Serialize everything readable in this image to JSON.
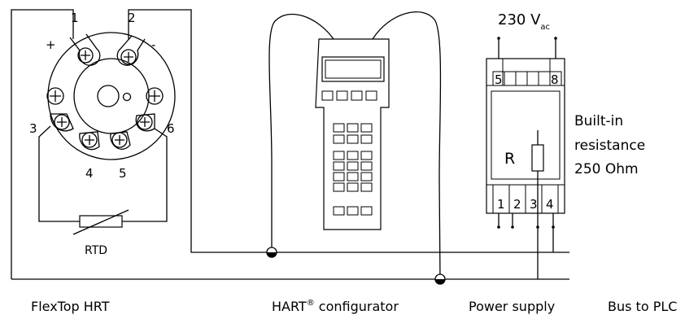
{
  "transmitter": {
    "terminals": [
      "1",
      "2",
      "3",
      "4",
      "5",
      "6"
    ],
    "plus": "+",
    "minus": "-",
    "sensor_label": "RTD",
    "caption": "FlexTop HRT"
  },
  "configurator": {
    "caption_main": "HART",
    "caption_mark": "®",
    "caption_rest": " configurator"
  },
  "power_supply": {
    "voltage": "230 V",
    "voltage_sub": "ac",
    "top_terminals": [
      "5",
      "8"
    ],
    "bottom_terminals": [
      "1",
      "2",
      "3",
      "4"
    ],
    "resistor_label": "R",
    "note_lines": [
      "Built-in",
      "resistance",
      "250 Ohm"
    ],
    "caption": "Power supply"
  },
  "bus": {
    "caption": "Bus to PLC"
  }
}
